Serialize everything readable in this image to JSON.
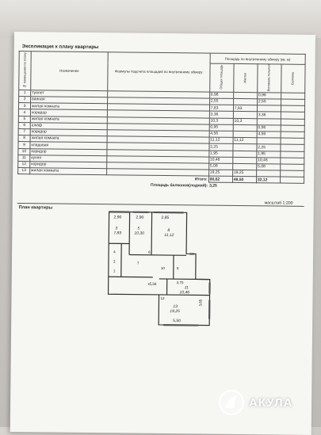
{
  "header": {
    "title": "Экспликация к плану квартиры"
  },
  "table": {
    "col_headers": {
      "room_no": "№ помещения по плану",
      "name": "Назначение",
      "formulas": "Формулы подсчета площадей по внутреннему обмеру",
      "area_group": "Площадь по внутреннему обмеру (кв. м)",
      "total": "Общая площадь",
      "living": "Жилая",
      "auxiliary": "Вспомога-тельная",
      "balcony": "Балконы"
    },
    "rows": [
      {
        "no": "1",
        "name": "туалет",
        "total": "0,96",
        "living": "",
        "aux": "0,96"
      },
      {
        "no": "2",
        "name": "ванная",
        "total": "2,55",
        "living": "",
        "aux": "2,55"
      },
      {
        "no": "3",
        "name": "жилая комната",
        "total": "7,83",
        "living": "7,83",
        "aux": ""
      },
      {
        "no": "4",
        "name": "коридор",
        "total": "3,36",
        "living": "",
        "aux": "3,36"
      },
      {
        "no": "5",
        "name": "жилая комната",
        "total": "10,3",
        "living": "10,3",
        "aux": ""
      },
      {
        "no": "6",
        "name": "шкаф",
        "total": "0,95",
        "living": "",
        "aux": "0,95"
      },
      {
        "no": "7",
        "name": "коридор",
        "total": "4,56",
        "living": "",
        "aux": "4,56"
      },
      {
        "no": "8",
        "name": "жилая комната",
        "total": "11,12",
        "living": "11,12",
        "aux": ""
      },
      {
        "no": "9",
        "name": "кладовая",
        "total": "2,25",
        "living": "",
        "aux": "2,25"
      },
      {
        "no": "10",
        "name": "коридор",
        "total": "1,95",
        "living": "",
        "aux": "1,95"
      },
      {
        "no": "11",
        "name": "кухня",
        "total": "10,46",
        "living": "",
        "aux": "10,46"
      },
      {
        "no": "12",
        "name": "коридор",
        "total": "5,08",
        "living": "",
        "aux": "5,08"
      },
      {
        "no": "13",
        "name": "жилая комната",
        "total": "19,25",
        "living": "19,25",
        "aux": ""
      }
    ],
    "totals": {
      "label": "Итого:",
      "total": "80,62",
      "living": "48,50",
      "aux": "32,12"
    },
    "balcony": {
      "label": "Площадь балконов(лоджий):",
      "value": "3,25"
    }
  },
  "plan": {
    "label": "План квартиры",
    "scale": "масштаб 1:200",
    "rooms": [
      {
        "id": "3",
        "area": "7,83"
      },
      {
        "id": "5",
        "area": "10,30"
      },
      {
        "id": "8",
        "area": "11,12"
      },
      {
        "id": "11",
        "area": "10,46"
      },
      {
        "id": "13",
        "area": "19,25"
      }
    ],
    "dims": {
      "d1": "2,90",
      "d2": "2,90",
      "d3": "2,85",
      "d4": "3,70",
      "d5": "3,65",
      "d6": "5,50",
      "d7": "к5,56",
      "d8": "9",
      "d9": "10",
      "d10": "12",
      "d11": "4",
      "d12": "2",
      "d13": "1",
      "d14": "7",
      "d15": "6"
    }
  },
  "watermark": {
    "text": "АКУЛА"
  }
}
